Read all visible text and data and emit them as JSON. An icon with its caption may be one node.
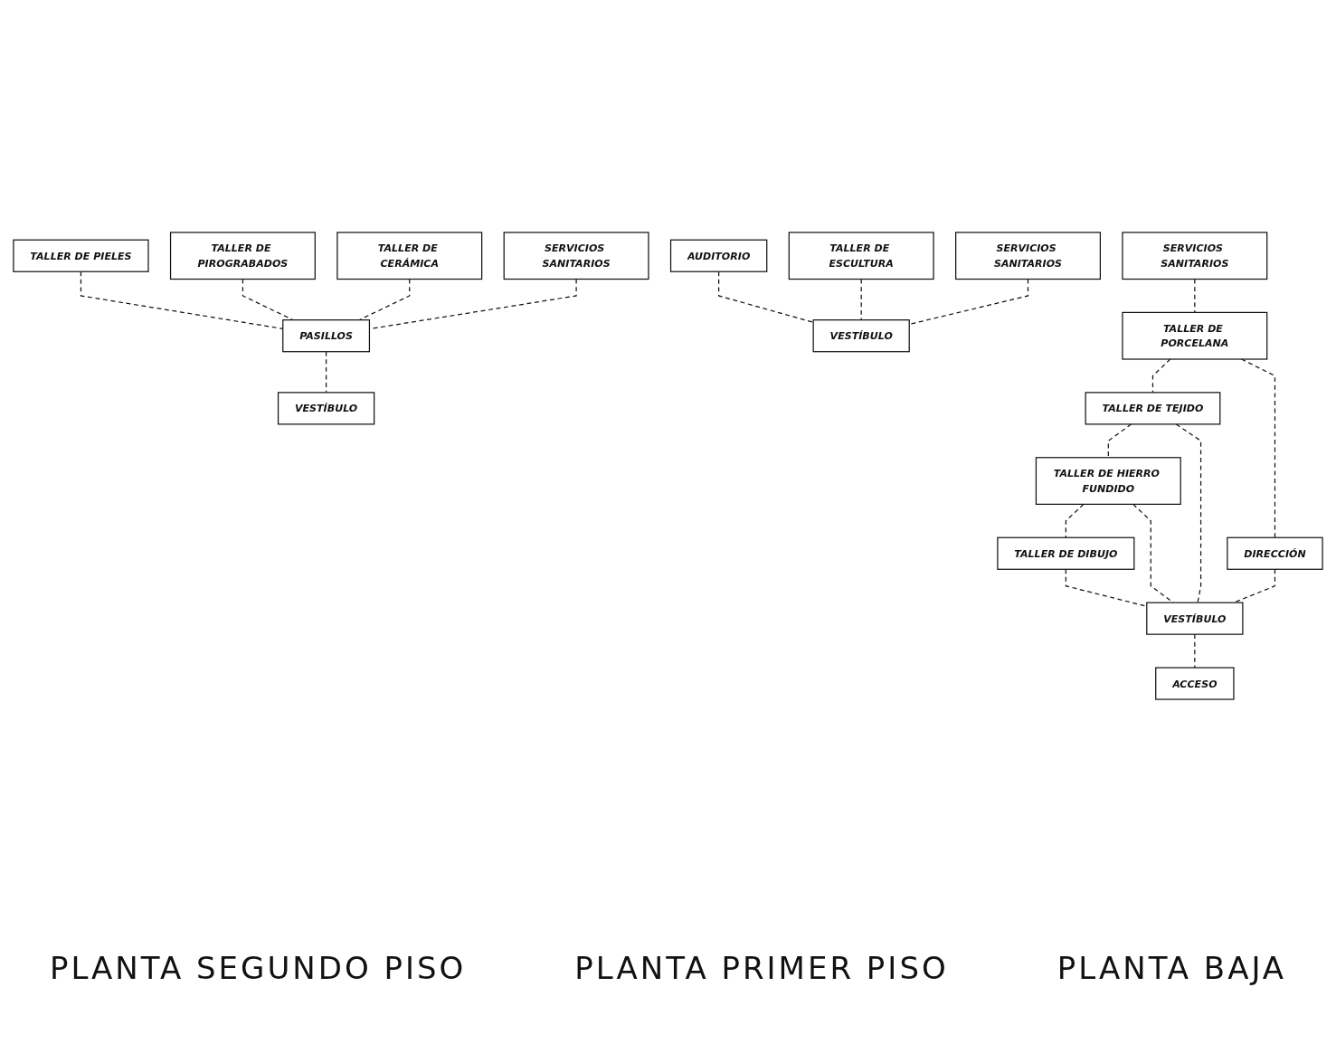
{
  "diagram": {
    "nodes": [
      {
        "text": [
          "TALLER DE PIELES"
        ]
      },
      {
        "text": [
          "TALLER DE PIROGRABADOS"
        ]
      },
      {
        "text": [
          "TALLER DE CERÁMICA"
        ]
      },
      {
        "text": [
          "SERVICIOS SANITARIOS"
        ]
      },
      {
        "text": [
          "PASILLOS"
        ]
      },
      {
        "text": [
          "VESTÍBULO"
        ]
      },
      {
        "text": [
          "AUDITORIO"
        ]
      },
      {
        "text": [
          "TALLER DE ESCULTURA"
        ]
      },
      {
        "text": [
          "SERVICIOS SANITARIOS"
        ]
      },
      {
        "text": [
          "VESTÍBULO"
        ]
      },
      {
        "text": [
          "SERVICIOS SANITARIOS"
        ]
      },
      {
        "text": [
          "TALLER DE PORCELANA"
        ]
      },
      {
        "text": [
          "TALLER DE TEJIDO"
        ]
      },
      {
        "text": [
          "TALLER DE HIERRO FUNDIDO"
        ]
      },
      {
        "text": [
          "TALLER DE DIBUJO"
        ]
      },
      {
        "text": [
          "DIRECCIÓN"
        ]
      },
      {
        "text": [
          "VESTÍBULO"
        ]
      },
      {
        "text": [
          "ACCESO"
        ]
      }
    ],
    "edges": [
      {
        "from": 0,
        "to": 4,
        "arrow": "none",
        "style": "dashed"
      },
      {
        "from": 1,
        "to": 4,
        "arrow": "none",
        "style": "dashed"
      },
      {
        "from": 2,
        "to": 4,
        "arrow": "none",
        "style": "dashed"
      },
      {
        "from": 3,
        "to": 4,
        "arrow": "none",
        "style": "dashed"
      },
      {
        "from": 4,
        "to": 5,
        "arrow": "none",
        "style": "dashed"
      },
      {
        "from": 6,
        "to": 9,
        "arrow": "none",
        "style": "dashed"
      },
      {
        "from": 7,
        "to": 9,
        "arrow": "none",
        "style": "dashed"
      },
      {
        "from": 8,
        "to": 9,
        "arrow": "none",
        "style": "dashed"
      },
      {
        "from": 10,
        "to": 11,
        "arrow": "none",
        "style": "dashed"
      },
      {
        "from": 11,
        "to": 12,
        "arrow": "none",
        "style": "dashed"
      },
      {
        "from": 12,
        "to": 13,
        "arrow": "none",
        "style": "dashed"
      },
      {
        "from": 13,
        "to": 14,
        "arrow": "none",
        "style": "dashed"
      },
      {
        "from": 11,
        "to": 15,
        "arrow": "none",
        "style": "dashed"
      },
      {
        "from": 12,
        "to": 16,
        "arrow": "none",
        "style": "dashed"
      },
      {
        "from": 15,
        "to": 16,
        "arrow": "none",
        "style": "dashed"
      },
      {
        "from": 13,
        "to": 16,
        "arrow": "none",
        "style": "dashed"
      },
      {
        "from": 14,
        "to": 16,
        "arrow": "none",
        "style": "dashed"
      },
      {
        "from": 16,
        "to": 17,
        "arrow": "none",
        "style": "dashed"
      }
    ],
    "labels": [
      "PLANTA SEGUNDO PISO",
      "PLANTA PRIMER PISO",
      "PLANTA BAJA"
    ]
  }
}
